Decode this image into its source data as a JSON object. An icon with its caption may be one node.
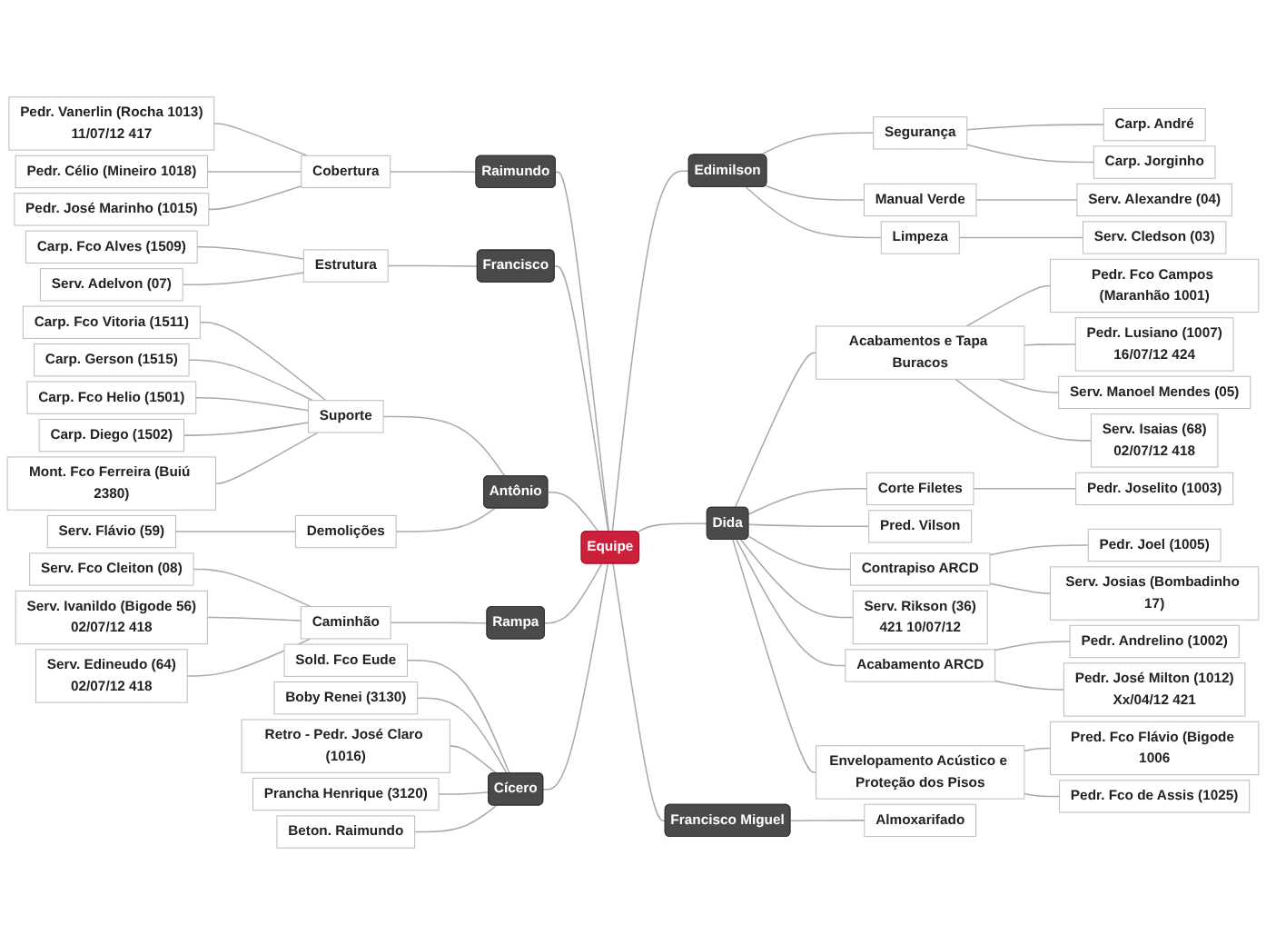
{
  "diagram": {
    "nodes": [
      {
        "text": [
          "Equipe"
        ]
      },
      {
        "text": [
          "Raimundo"
        ]
      },
      {
        "text": [
          "Cobertura"
        ]
      },
      {
        "text": [
          "Pedr. Vanerlin (Rocha 1013)",
          "11/07/12 417"
        ]
      },
      {
        "text": [
          "Pedr. Célio (Mineiro 1018)"
        ]
      },
      {
        "text": [
          "Pedr. José Marinho (1015)"
        ]
      },
      {
        "text": [
          "Francisco"
        ]
      },
      {
        "text": [
          "Estrutura"
        ]
      },
      {
        "text": [
          "Carp. Fco Alves (1509)"
        ]
      },
      {
        "text": [
          "Serv. Adelvon (07)"
        ]
      },
      {
        "text": [
          "Antônio"
        ]
      },
      {
        "text": [
          "Suporte"
        ]
      },
      {
        "text": [
          "Carp. Fco Vitoria (1511)"
        ]
      },
      {
        "text": [
          "Carp. Gerson (1515)"
        ]
      },
      {
        "text": [
          "Carp. Fco Helio (1501)"
        ]
      },
      {
        "text": [
          "Carp. Diego (1502)"
        ]
      },
      {
        "text": [
          "Mont. Fco Ferreira (Buiú 2380)"
        ]
      },
      {
        "text": [
          "Demolições"
        ]
      },
      {
        "text": [
          "Serv. Flávio (59)"
        ]
      },
      {
        "text": [
          "Rampa"
        ]
      },
      {
        "text": [
          "Caminhão"
        ]
      },
      {
        "text": [
          "Serv. Fco Cleiton (08)"
        ]
      },
      {
        "text": [
          "Serv. Ivanildo (Bigode 56)",
          "02/07/12 418"
        ]
      },
      {
        "text": [
          "Serv. Edineudo (64)",
          "02/07/12 418"
        ]
      },
      {
        "text": [
          "Cícero"
        ]
      },
      {
        "text": [
          "Sold. Fco Eude"
        ]
      },
      {
        "text": [
          "Boby Renei (3130)"
        ]
      },
      {
        "text": [
          "Retro - Pedr. José Claro (1016)"
        ]
      },
      {
        "text": [
          "Prancha Henrique (3120)"
        ]
      },
      {
        "text": [
          "Beton. Raimundo"
        ]
      },
      {
        "text": [
          "Edimilson"
        ]
      },
      {
        "text": [
          "Segurança"
        ]
      },
      {
        "text": [
          "Carp. André"
        ]
      },
      {
        "text": [
          "Carp. Jorginho"
        ]
      },
      {
        "text": [
          "Manual Verde"
        ]
      },
      {
        "text": [
          "Serv. Alexandre (04)"
        ]
      },
      {
        "text": [
          "Limpeza"
        ]
      },
      {
        "text": [
          "Serv. Cledson (03)"
        ]
      },
      {
        "text": [
          "Dida"
        ]
      },
      {
        "text": [
          "Acabamentos e Tapa Buracos"
        ]
      },
      {
        "text": [
          "Pedr. Fco Campos (Maranhão 1001)"
        ]
      },
      {
        "text": [
          "Pedr. Lusiano (1007)",
          "16/07/12 424"
        ]
      },
      {
        "text": [
          "Serv. Manoel Mendes (05)"
        ]
      },
      {
        "text": [
          "Serv. Isaias (68)",
          "02/07/12 418"
        ]
      },
      {
        "text": [
          "Corte Filetes"
        ]
      },
      {
        "text": [
          "Pedr. Joselito (1003)"
        ]
      },
      {
        "text": [
          "Pred. Vilson"
        ]
      },
      {
        "text": [
          "Contrapiso ARCD"
        ]
      },
      {
        "text": [
          "Pedr. Joel (1005)"
        ]
      },
      {
        "text": [
          "Serv. Josias (Bombadinho 17)"
        ]
      },
      {
        "text": [
          "Serv. Rikson (36)",
          "421 10/07/12"
        ]
      },
      {
        "text": [
          "Acabamento ARCD"
        ]
      },
      {
        "text": [
          "Pedr. Andrelino (1002)"
        ]
      },
      {
        "text": [
          "Pedr. José Milton (1012)",
          "Xx/04/12 421"
        ]
      },
      {
        "text": [
          "Envelopamento Acústico e Proteção dos Pisos"
        ]
      },
      {
        "text": [
          "Pred. Fco Flávio (Bigode 1006"
        ]
      },
      {
        "text": [
          "Pedr. Fco de Assis (1025)"
        ]
      },
      {
        "text": [
          "Francisco Miguel"
        ]
      },
      {
        "text": [
          "Almoxarifado"
        ]
      }
    ],
    "edges": [
      {
        "from": 1,
        "to": 0,
        "arrow": "none"
      },
      {
        "from": 2,
        "to": 1,
        "arrow": "none"
      },
      {
        "from": 3,
        "to": 2,
        "arrow": "none"
      },
      {
        "from": 4,
        "to": 2,
        "arrow": "none"
      },
      {
        "from": 5,
        "to": 2,
        "arrow": "none"
      },
      {
        "from": 6,
        "to": 0,
        "arrow": "none"
      },
      {
        "from": 7,
        "to": 6,
        "arrow": "none"
      },
      {
        "from": 8,
        "to": 7,
        "arrow": "none"
      },
      {
        "from": 9,
        "to": 7,
        "arrow": "none"
      },
      {
        "from": 10,
        "to": 0,
        "arrow": "none"
      },
      {
        "from": 11,
        "to": 10,
        "arrow": "none"
      },
      {
        "from": 12,
        "to": 11,
        "arrow": "none"
      },
      {
        "from": 13,
        "to": 11,
        "arrow": "none"
      },
      {
        "from": 14,
        "to": 11,
        "arrow": "none"
      },
      {
        "from": 15,
        "to": 11,
        "arrow": "none"
      },
      {
        "from": 16,
        "to": 11,
        "arrow": "none"
      },
      {
        "from": 17,
        "to": 10,
        "arrow": "none"
      },
      {
        "from": 18,
        "to": 17,
        "arrow": "none"
      },
      {
        "from": 19,
        "to": 0,
        "arrow": "none"
      },
      {
        "from": 20,
        "to": 19,
        "arrow": "none"
      },
      {
        "from": 21,
        "to": 20,
        "arrow": "none"
      },
      {
        "from": 22,
        "to": 20,
        "arrow": "none"
      },
      {
        "from": 23,
        "to": 20,
        "arrow": "none"
      },
      {
        "from": 24,
        "to": 0,
        "arrow": "none"
      },
      {
        "from": 25,
        "to": 24,
        "arrow": "none"
      },
      {
        "from": 26,
        "to": 24,
        "arrow": "none"
      },
      {
        "from": 27,
        "to": 24,
        "arrow": "none"
      },
      {
        "from": 28,
        "to": 24,
        "arrow": "none"
      },
      {
        "from": 29,
        "to": 24,
        "arrow": "none"
      },
      {
        "from": 0,
        "to": 30,
        "arrow": "none"
      },
      {
        "from": 30,
        "to": 31,
        "arrow": "none"
      },
      {
        "from": 31,
        "to": 32,
        "arrow": "none"
      },
      {
        "from": 31,
        "to": 33,
        "arrow": "none"
      },
      {
        "from": 30,
        "to": 34,
        "arrow": "none"
      },
      {
        "from": 34,
        "to": 35,
        "arrow": "none"
      },
      {
        "from": 30,
        "to": 36,
        "arrow": "none"
      },
      {
        "from": 36,
        "to": 37,
        "arrow": "none"
      },
      {
        "from": 0,
        "to": 38,
        "arrow": "none"
      },
      {
        "from": 38,
        "to": 39,
        "arrow": "none"
      },
      {
        "from": 39,
        "to": 40,
        "arrow": "none"
      },
      {
        "from": 39,
        "to": 41,
        "arrow": "none"
      },
      {
        "from": 39,
        "to": 42,
        "arrow": "none"
      },
      {
        "from": 39,
        "to": 43,
        "arrow": "none"
      },
      {
        "from": 38,
        "to": 44,
        "arrow": "none"
      },
      {
        "from": 44,
        "to": 45,
        "arrow": "none"
      },
      {
        "from": 38,
        "to": 46,
        "arrow": "none"
      },
      {
        "from": 38,
        "to": 47,
        "arrow": "none"
      },
      {
        "from": 47,
        "to": 48,
        "arrow": "none"
      },
      {
        "from": 47,
        "to": 49,
        "arrow": "none"
      },
      {
        "from": 38,
        "to": 50,
        "arrow": "none"
      },
      {
        "from": 38,
        "to": 51,
        "arrow": "none"
      },
      {
        "from": 51,
        "to": 52,
        "arrow": "none"
      },
      {
        "from": 51,
        "to": 53,
        "arrow": "none"
      },
      {
        "from": 38,
        "to": 54,
        "arrow": "none"
      },
      {
        "from": 54,
        "to": 55,
        "arrow": "none"
      },
      {
        "from": 54,
        "to": 56,
        "arrow": "none"
      },
      {
        "from": 0,
        "to": 57,
        "arrow": "none"
      },
      {
        "from": 57,
        "to": 58,
        "arrow": "none"
      }
    ]
  }
}
